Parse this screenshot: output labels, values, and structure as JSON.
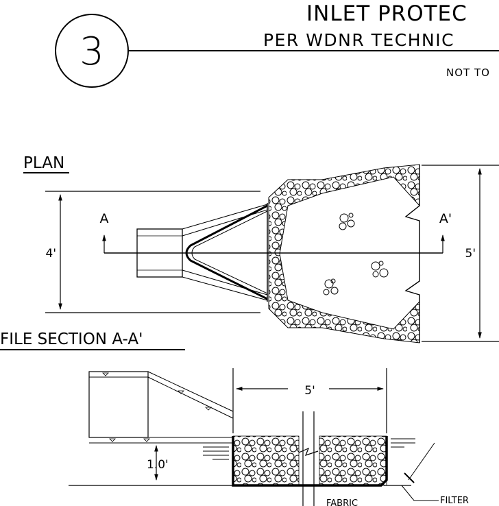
{
  "detail": {
    "number": "3",
    "title": "INLET PROTEC",
    "subtitle": "PER WDNR TECHNIC",
    "scale_note": "NOT TO"
  },
  "plan": {
    "heading": "PLAN",
    "width_left": "4'",
    "width_right": "5'",
    "section_left": "A",
    "section_right": "A'"
  },
  "profile": {
    "heading": "FILE SECTION A-A'",
    "width": "5'",
    "depth": "1.0'",
    "fabric_label": "FABRIC",
    "filter_label": "FILTER"
  }
}
